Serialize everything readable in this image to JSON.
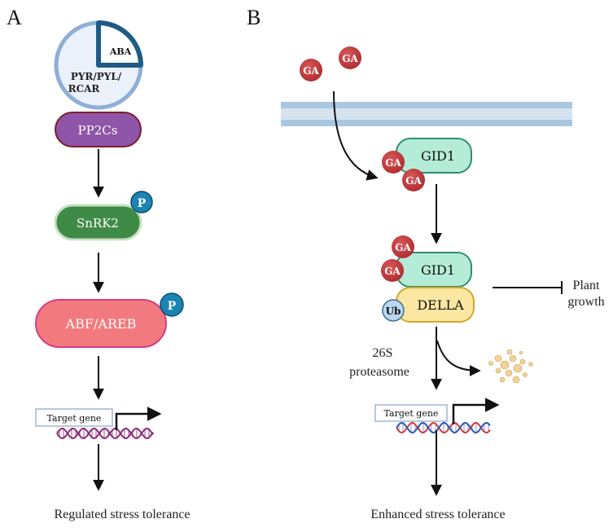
{
  "panel_a": {
    "letter": "A",
    "receptor_label_line1": "PYR/PYL/",
    "receptor_label_line2": "RCAR",
    "aba_label": "ABA",
    "pp2cs_label": "PP2Cs",
    "snrk2_label": "SnRK2",
    "snrk2_phospho": "P",
    "abf_label": "ABF/AREB",
    "abf_phospho": "P",
    "target_gene_label": "Target gene",
    "outcome": "Regulated stress tolerance"
  },
  "panel_b": {
    "letter": "B",
    "ga_free_1": "GA",
    "ga_free_2": "GA",
    "gid1_top_label": "GID1",
    "ga_bound_top_1": "GA",
    "ga_bound_top_2": "GA",
    "gid1_bottom_label": "GID1",
    "ga_bound_bottom_1": "GA",
    "ga_bound_bottom_2": "GA",
    "della_label": "DELLA",
    "ub_label": "Ub",
    "proteasome_line1": "26S",
    "proteasome_line2": "proteasome",
    "plant_growth_line1": "Plant",
    "plant_growth_line2": "growth",
    "target_gene_label": "Target gene",
    "outcome": "Enhanced stress tolerance"
  },
  "colors": {
    "ga_red": "#c0393b",
    "gid1_green": "#b5ecd8",
    "della_yellow": "#fbe7a1",
    "pp2cs_purple": "#8e55a8",
    "snrk2_green": "#3f8a47",
    "abf_pink": "#f27a7e",
    "phospho_blue": "#1b84b3",
    "membrane_blue": "#a9c7df",
    "receptor_blue": "#8eafd6",
    "aba_navy": "#1f5b86"
  }
}
